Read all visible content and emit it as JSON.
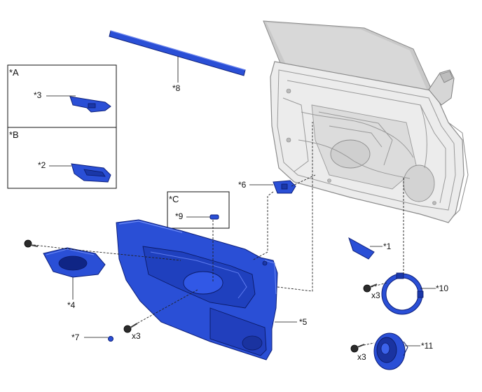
{
  "colors": {
    "part_fill": "#2a4fd6",
    "part_stroke": "#0d1f7a",
    "door_fill": "#e9e9e9",
    "door_glass": "#c8c8c8",
    "line": "#111111"
  },
  "insets": {
    "A": {
      "tag": "*A",
      "part_label": "*3"
    },
    "B": {
      "tag": "*B",
      "part_label": "*2"
    },
    "C": {
      "tag": "*C",
      "part_label": "*9"
    }
  },
  "labels": {
    "p1": "*1",
    "p4": "*4",
    "p5": "*5",
    "p6": "*6",
    "p7": "*7",
    "p8": "*8",
    "p10": "*10",
    "p11": "*11"
  },
  "quantities": {
    "q_panel_screws": "x3",
    "q_p10_screws": "x3",
    "q_p11_screws": "x3"
  },
  "icons": [
    "screw-icon",
    "clip-icon"
  ]
}
